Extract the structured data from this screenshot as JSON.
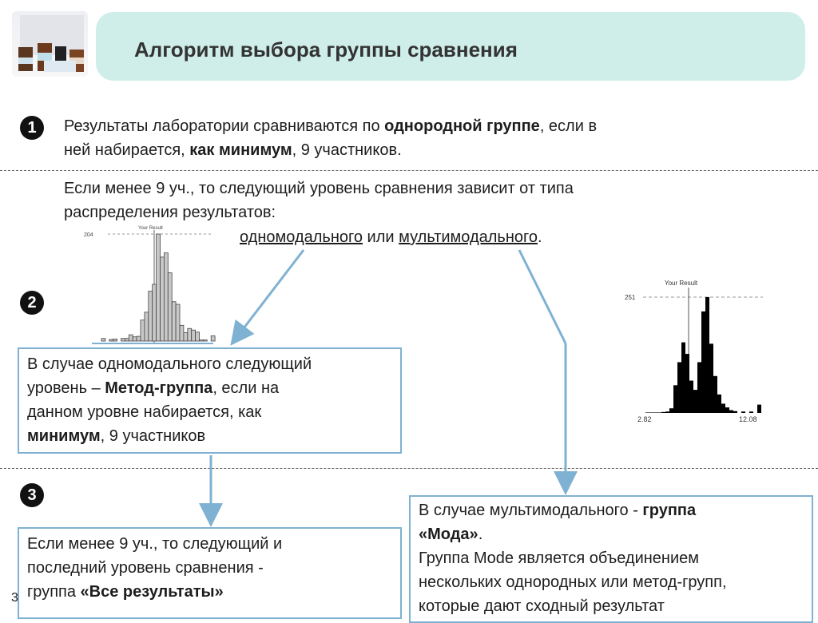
{
  "title": "Алгоритм выбора группы сравнения",
  "steps": [
    "1",
    "2",
    "3"
  ],
  "slide_number": "3",
  "step1": {
    "pre": "Результаты лаборатории сравниваются по ",
    "bold1": "однородной группе",
    "mid": ", если в",
    "line2_pre": "ней набирается, ",
    "bold2": "как минимум",
    "line2_post": ", 9 участников."
  },
  "step2": {
    "line1": "Если менее 9 уч., то следующий уровень сравнения зависит от типа",
    "line2": "распределения результатов:",
    "uni": "одномодального",
    "or": " или ",
    "multi": "мультимодального",
    "dot": "."
  },
  "box_uni": {
    "l1": "В случае одномодального следующий",
    "l2_pre": "уровень – ",
    "l2_bold": "Метод-группа",
    "l2_post": ", если на",
    "l3": "данном уровне набирается, как",
    "l4_bold": "минимум",
    "l4_post": ", 9 участников"
  },
  "box_all": {
    "l1": "Если менее 9 уч., то следующий и",
    "l2": "последний уровень сравнения -",
    "l3_pre": "группа ",
    "l3_bold": "«Все результаты»"
  },
  "box_multi": {
    "l1_pre": "В случае мультимодального - ",
    "l1_bold": "группа",
    "l2_bold": "«Мода»",
    "l2_post": ".",
    "l3": "Группа Mode является объединением",
    "l4": "нескольких однородных или метод-групп,",
    "l5": "которые дают сходный результат"
  },
  "hist_uni": {
    "label": "Your Result",
    "max_label": "204",
    "values": [
      5,
      0,
      3,
      4,
      0,
      5,
      5,
      12,
      8,
      9,
      40,
      55,
      95,
      108,
      204,
      160,
      168,
      130,
      75,
      70,
      30,
      16,
      24,
      21,
      17,
      2,
      2,
      0,
      10
    ],
    "colors": {
      "fill": "#c8c8c8",
      "stroke": "#444"
    }
  },
  "hist_multi": {
    "label": "Your Result",
    "max_label": "251",
    "x_min": "2.82",
    "x_max": "12.08",
    "values": [
      1,
      1,
      1,
      1,
      2,
      3,
      10,
      60,
      110,
      153,
      128,
      70,
      50,
      110,
      220,
      251,
      150,
      80,
      40,
      20,
      12,
      6,
      4,
      0,
      3,
      0,
      3,
      0,
      18
    ]
  },
  "colors": {
    "banner": "#cfeee9",
    "box_border": "#7fb2d2",
    "arrow": "#7fb2d2"
  }
}
